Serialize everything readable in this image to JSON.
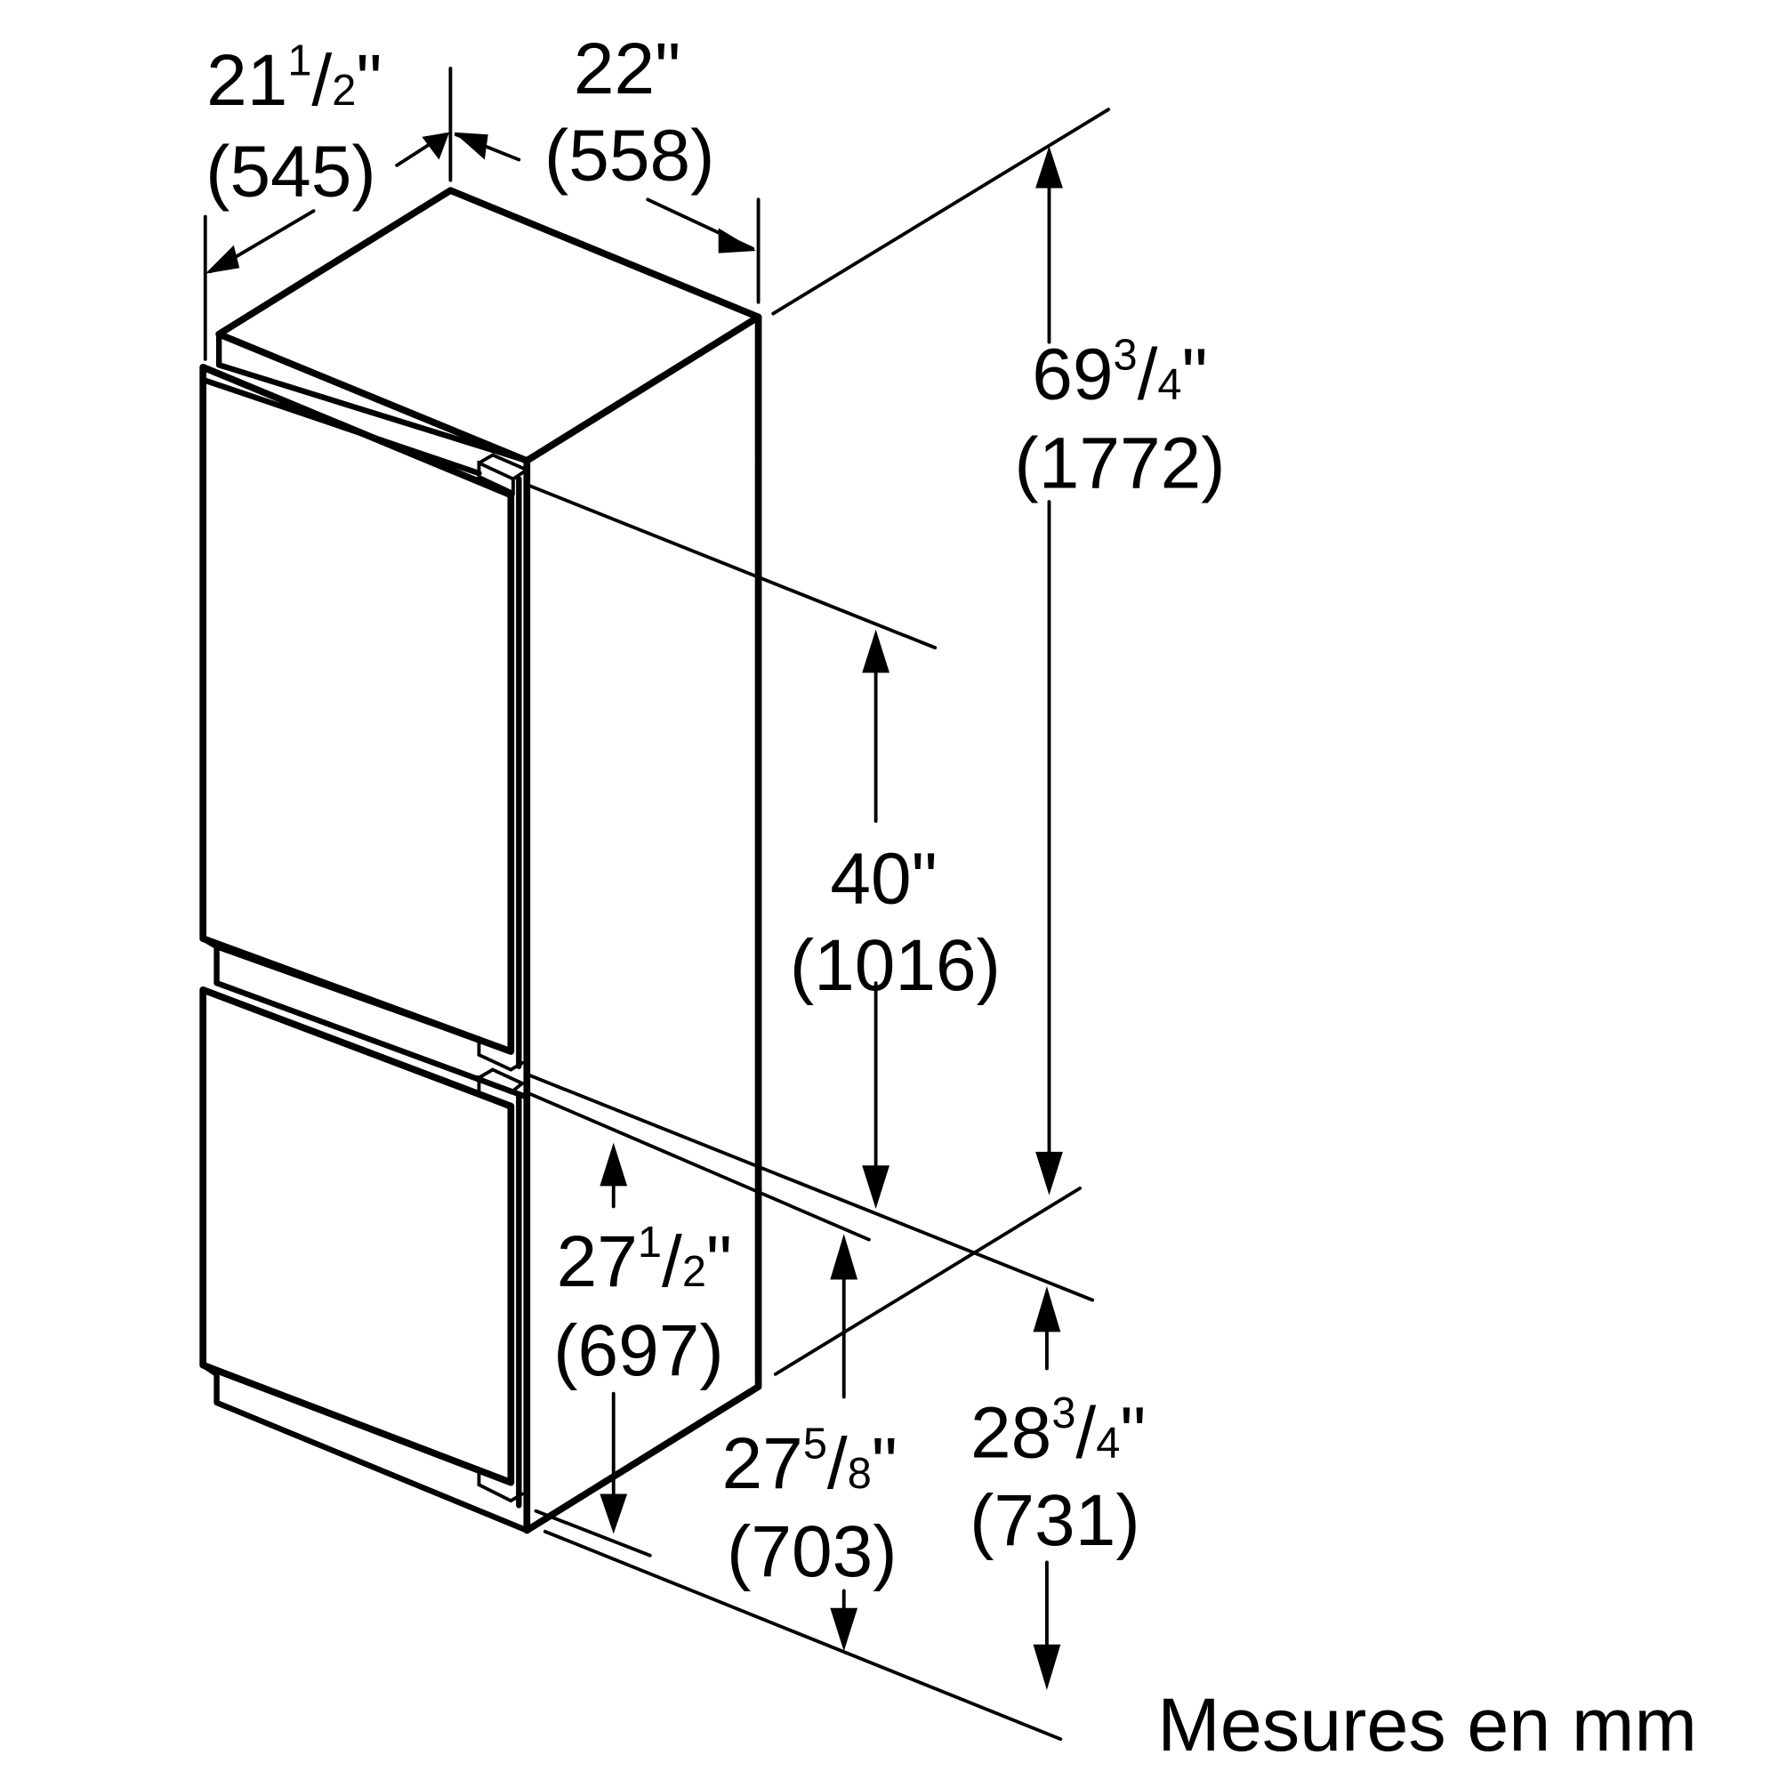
{
  "diagram": {
    "type": "appliance-dimension-drawing",
    "subject": "built-in bottom-freezer refrigerator, isometric view",
    "line_color": "#000000",
    "background": "#ffffff",
    "footnote": "Mesures en mm"
  },
  "dimensions": {
    "depth": {
      "whole": "21",
      "fraction_num": "1",
      "fraction_den": "2",
      "inch_mark": "\"",
      "mm": "(545)"
    },
    "width": {
      "whole": "22",
      "fraction_num": "",
      "fraction_den": "",
      "inch_mark": "\"",
      "mm": "(558)",
      "label": "22\""
    },
    "total_height": {
      "whole": "69",
      "fraction_num": "3",
      "fraction_den": "4",
      "inch_mark": "\"",
      "mm": "(1772)"
    },
    "upper_door_height": {
      "label": "40\"",
      "mm": "(1016)"
    },
    "lower_door_height": {
      "whole": "27",
      "fraction_num": "1",
      "fraction_den": "2",
      "inch_mark": "\"",
      "mm": "(697)"
    },
    "lower_opening_height": {
      "whole": "27",
      "fraction_num": "5",
      "fraction_den": "8",
      "inch_mark": "\"",
      "mm": "(703)"
    },
    "floor_to_divider_height": {
      "whole": "28",
      "fraction_num": "3",
      "fraction_den": "4",
      "inch_mark": "\"",
      "mm": "(731)"
    }
  }
}
